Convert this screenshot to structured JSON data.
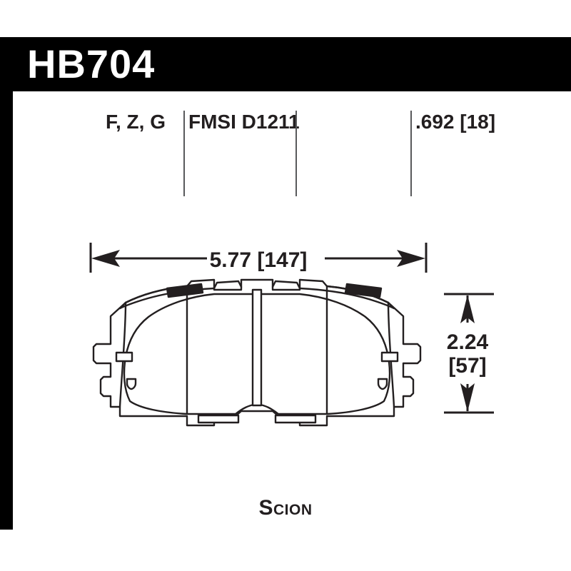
{
  "header": {
    "part_number": "HB704",
    "banner_color": "#000000",
    "text_color": "#ffffff"
  },
  "spec_row": {
    "compounds": "F, Z, G",
    "fmsi": "FMSI D1211",
    "thickness": ".692 [18]",
    "divider_color": "#58595b"
  },
  "dimensions": {
    "width": "5.77 [147]",
    "height_value": "2.24",
    "height_metric": "[57]"
  },
  "footer": {
    "vehicle": "Scion"
  },
  "drawing": {
    "line_color": "#231f20",
    "fill_color": "#ffffff",
    "tab_fill": "#231f20",
    "name": "brake-pad-outline"
  }
}
